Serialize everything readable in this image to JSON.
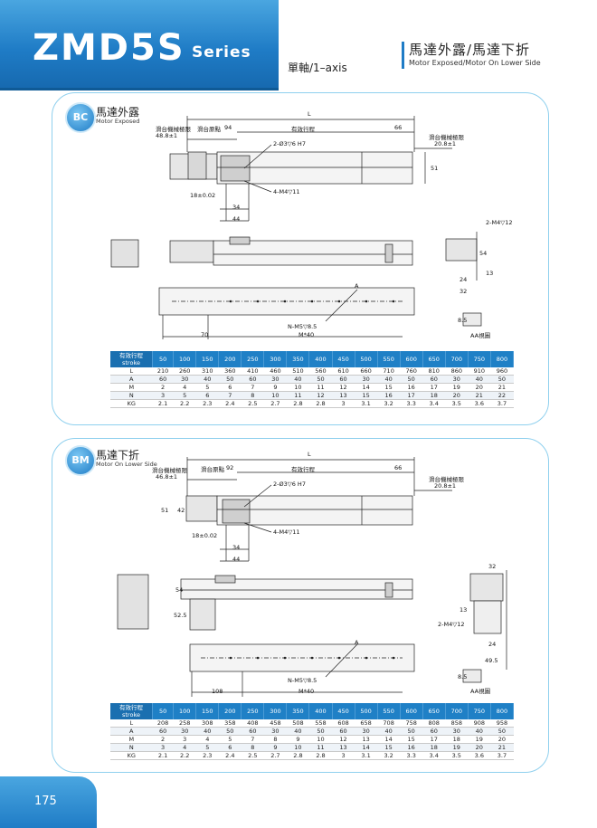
{
  "header": {
    "model": "ZMD5S",
    "series": "Series",
    "axis": "單軸/1–axis",
    "title_zh": "馬達外露/馬達下折",
    "title_en": "Motor Exposed/Motor On Lower Side"
  },
  "sections": [
    {
      "badge": "BC",
      "title_zh": "馬達外露",
      "title_en": "Motor Exposed",
      "dims": {
        "L": "L",
        "limit_left": "滑台機械極限",
        "limit_left_val": "48.8±1",
        "origin": "滑台原點",
        "origin_val": "94",
        "stroke": "有效行程",
        "d66": "66",
        "limit_right": "滑台機械極限",
        "limit_right_val": "20.8±1",
        "pin": "2-Ø3▽6 H7",
        "tap": "4-M4▽11",
        "d18": "18±0.02",
        "d34": "34",
        "d44": "44",
        "d51": "51",
        "side_tap": "2-M4▽12",
        "d54": "54",
        "d24": "24",
        "d13": "13",
        "d32": "32",
        "a_mark": "A",
        "n_tap": "N-M5▽8.5",
        "d70": "70",
        "pitch": "M*40",
        "d85": "8.5",
        "aa_view": "AA視圖"
      },
      "table": {
        "header_zh": "有效行程",
        "header_en": "stroke",
        "strokes": [
          "50",
          "100",
          "150",
          "200",
          "250",
          "300",
          "350",
          "400",
          "450",
          "500",
          "550",
          "600",
          "650",
          "700",
          "750",
          "800"
        ],
        "rows": [
          {
            "label": "L",
            "values": [
              "210",
              "260",
              "310",
              "360",
              "410",
              "460",
              "510",
              "560",
              "610",
              "660",
              "710",
              "760",
              "810",
              "860",
              "910",
              "960"
            ]
          },
          {
            "label": "A",
            "values": [
              "60",
              "30",
              "40",
              "50",
              "60",
              "30",
              "40",
              "50",
              "60",
              "30",
              "40",
              "50",
              "60",
              "30",
              "40",
              "50"
            ]
          },
          {
            "label": "M",
            "values": [
              "2",
              "4",
              "5",
              "6",
              "7",
              "9",
              "10",
              "11",
              "12",
              "14",
              "15",
              "16",
              "17",
              "19",
              "20",
              "21"
            ]
          },
          {
            "label": "N",
            "values": [
              "3",
              "5",
              "6",
              "7",
              "8",
              "10",
              "11",
              "12",
              "13",
              "15",
              "16",
              "17",
              "18",
              "20",
              "21",
              "22"
            ]
          },
          {
            "label": "KG",
            "values": [
              "2.1",
              "2.2",
              "2.3",
              "2.4",
              "2.5",
              "2.7",
              "2.8",
              "2.8",
              "3",
              "3.1",
              "3.2",
              "3.3",
              "3.4",
              "3.5",
              "3.6",
              "3.7"
            ]
          }
        ]
      }
    },
    {
      "badge": "BM",
      "title_zh": "馬達下折",
      "title_en": "Motor On Lower Side",
      "dims": {
        "L": "L",
        "limit_left": "滑台機械極限",
        "limit_left_val": "46.8±1",
        "origin": "滑台原點",
        "origin_val": "92",
        "stroke": "有效行程",
        "d66": "66",
        "limit_right": "滑台機械極限",
        "limit_right_val": "20.8±1",
        "pin": "2-Ø3▽6 H7",
        "tap": "4-M4▽11",
        "d18": "18±0.02",
        "d34": "34",
        "d44": "44",
        "d51": "51",
        "d42": "42",
        "d54": "54",
        "d525": "52.5",
        "d32": "32",
        "d13": "13",
        "side_tap": "2-M4▽12",
        "d24": "24",
        "d495": "49.5",
        "a_mark": "A",
        "n_tap": "N-M5▽8.5",
        "d108": "108",
        "pitch": "M*40",
        "d85": "8.5",
        "aa_view": "AA視圖"
      },
      "table": {
        "header_zh": "有效行程",
        "header_en": "stroke",
        "strokes": [
          "50",
          "100",
          "150",
          "200",
          "250",
          "300",
          "350",
          "400",
          "450",
          "500",
          "550",
          "600",
          "650",
          "700",
          "750",
          "800"
        ],
        "rows": [
          {
            "label": "L",
            "values": [
              "208",
              "258",
              "308",
              "358",
              "408",
              "458",
              "508",
              "558",
              "608",
              "658",
              "708",
              "758",
              "808",
              "858",
              "908",
              "958"
            ]
          },
          {
            "label": "A",
            "values": [
              "60",
              "30",
              "40",
              "50",
              "60",
              "30",
              "40",
              "50",
              "60",
              "30",
              "40",
              "50",
              "60",
              "30",
              "40",
              "50"
            ]
          },
          {
            "label": "M",
            "values": [
              "2",
              "3",
              "4",
              "5",
              "7",
              "8",
              "9",
              "10",
              "12",
              "13",
              "14",
              "15",
              "17",
              "18",
              "19",
              "20"
            ]
          },
          {
            "label": "N",
            "values": [
              "3",
              "4",
              "5",
              "6",
              "8",
              "9",
              "10",
              "11",
              "13",
              "14",
              "15",
              "16",
              "18",
              "19",
              "20",
              "21"
            ]
          },
          {
            "label": "KG",
            "values": [
              "2.1",
              "2.2",
              "2.3",
              "2.4",
              "2.5",
              "2.7",
              "2.8",
              "2.8",
              "3",
              "3.1",
              "3.2",
              "3.3",
              "3.4",
              "3.5",
              "3.6",
              "3.7"
            ]
          }
        ]
      }
    }
  ],
  "footer": {
    "page_number": "175"
  }
}
